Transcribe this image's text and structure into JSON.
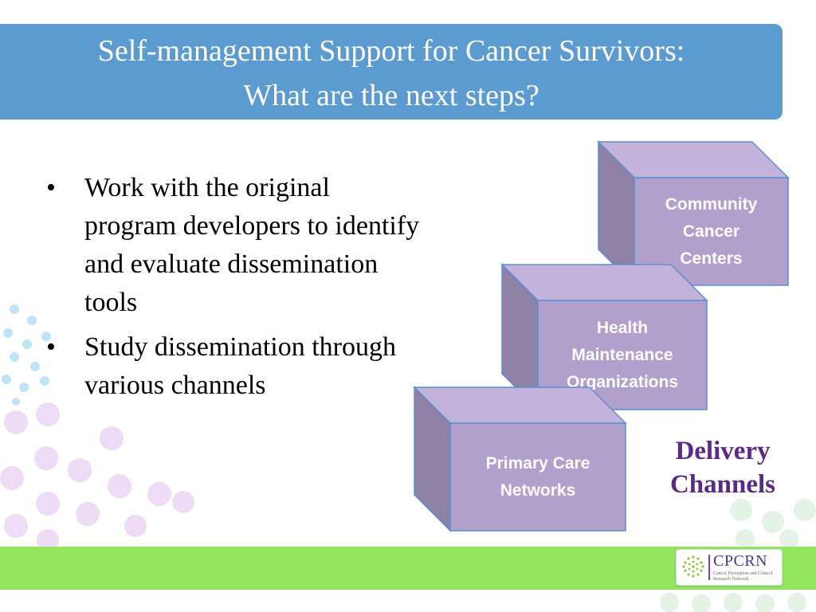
{
  "slide": {
    "title_line1": "Self-management Support for Cancer Survivors:",
    "title_line2": "What are the next steps?",
    "bullets": [
      "Work with the original program developers to identify and evaluate dissemination tools",
      "Study dissemination through various channels"
    ],
    "bullet_glyph": "•",
    "boxes": {
      "top": {
        "lines": [
          "Community",
          "Cancer",
          "Centers"
        ]
      },
      "middle": {
        "lines": [
          "Health",
          "Maintenance",
          "Organizations"
        ]
      },
      "bottom": {
        "lines": [
          "Primary Care",
          "Networks"
        ]
      }
    },
    "delivery_label_line1": "Delivery",
    "delivery_label_line2": "Channels"
  },
  "logo": {
    "name": "CPCRN",
    "subtitle": "Cancer Prevention and Control Research Network"
  },
  "colors": {
    "title_bar": "#5b9bd0",
    "box_front": "#b19fcc",
    "box_top": "#c3b3da",
    "box_side": "#8f80a6",
    "box_edge": "#5b8fd0",
    "delivery_text": "#5b2a86",
    "green_band": "#92e55d"
  }
}
